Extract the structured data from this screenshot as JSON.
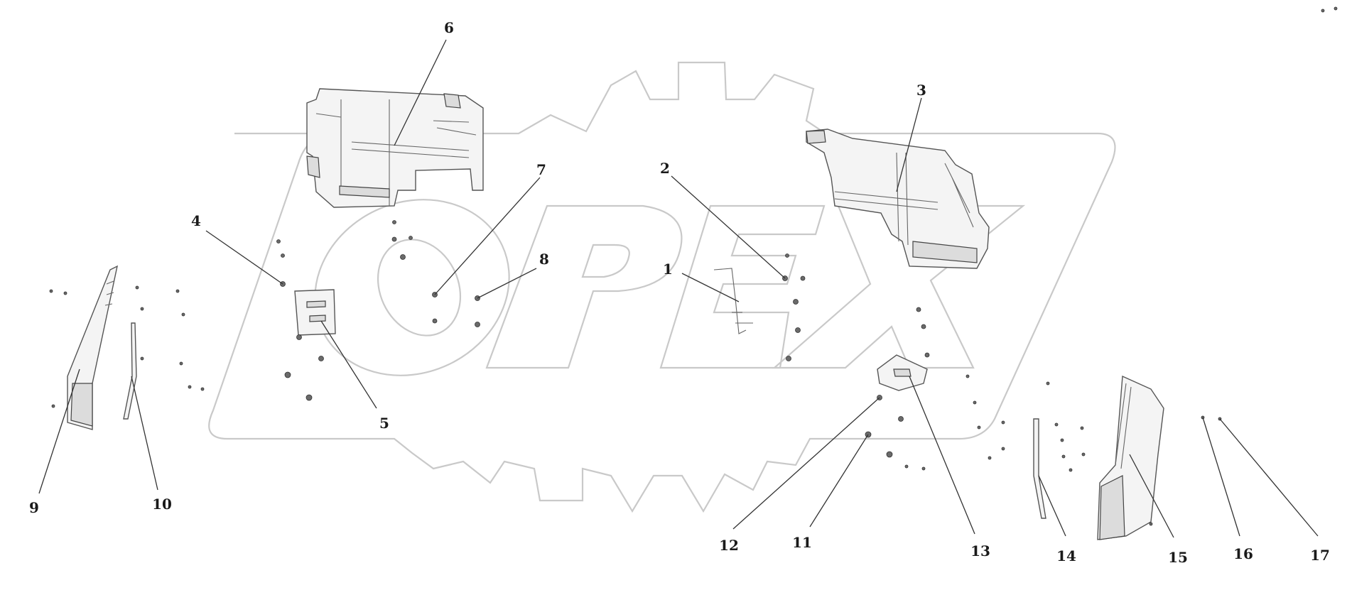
{
  "watermark": {
    "text": "OPEX"
  },
  "callouts": [
    {
      "id": "1",
      "label": "1"
    },
    {
      "id": "2",
      "label": "2"
    },
    {
      "id": "3",
      "label": "3"
    },
    {
      "id": "4",
      "label": "4"
    },
    {
      "id": "5",
      "label": "5"
    },
    {
      "id": "6",
      "label": "6"
    },
    {
      "id": "7",
      "label": "7"
    },
    {
      "id": "8",
      "label": "8"
    },
    {
      "id": "9",
      "label": "9"
    },
    {
      "id": "10",
      "label": "10"
    },
    {
      "id": "11",
      "label": "11"
    },
    {
      "id": "12",
      "label": "12"
    },
    {
      "id": "13",
      "label": "13"
    },
    {
      "id": "14",
      "label": "14"
    },
    {
      "id": "15",
      "label": "15"
    },
    {
      "id": "16",
      "label": "16"
    },
    {
      "id": "17",
      "label": "17"
    }
  ],
  "colors": {
    "line": "#333333",
    "watermark": "#c9c9c9",
    "part_fill": "#f4f4f4"
  }
}
